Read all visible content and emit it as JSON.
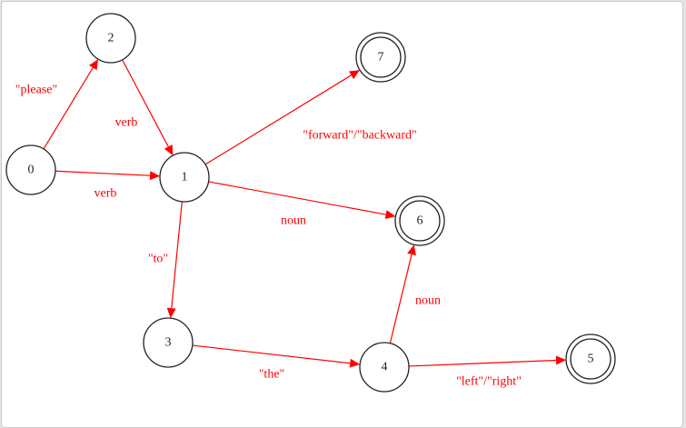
{
  "diagram": {
    "colors": {
      "edge": "#ff0000",
      "node_stroke": "#222222",
      "label": "#ff0000"
    },
    "states": [
      {
        "id": "0",
        "label": "0",
        "accepting": false
      },
      {
        "id": "1",
        "label": "1",
        "accepting": false
      },
      {
        "id": "2",
        "label": "2",
        "accepting": false
      },
      {
        "id": "3",
        "label": "3",
        "accepting": false
      },
      {
        "id": "4",
        "label": "4",
        "accepting": false
      },
      {
        "id": "5",
        "label": "5",
        "accepting": true
      },
      {
        "id": "6",
        "label": "6",
        "accepting": true
      },
      {
        "id": "7",
        "label": "7",
        "accepting": true
      }
    ],
    "transitions": [
      {
        "from": "0",
        "to": "2",
        "label": "\"please\""
      },
      {
        "from": "2",
        "to": "1",
        "label": "verb"
      },
      {
        "from": "0",
        "to": "1",
        "label": "verb"
      },
      {
        "from": "1",
        "to": "7",
        "label": "\"forward\"/\"backward\""
      },
      {
        "from": "1",
        "to": "6",
        "label": "noun"
      },
      {
        "from": "1",
        "to": "3",
        "label": "\"to\""
      },
      {
        "from": "3",
        "to": "4",
        "label": "\"the\""
      },
      {
        "from": "4",
        "to": "6",
        "label": "noun"
      },
      {
        "from": "4",
        "to": "5",
        "label": "\"left\"/\"right\""
      }
    ]
  }
}
